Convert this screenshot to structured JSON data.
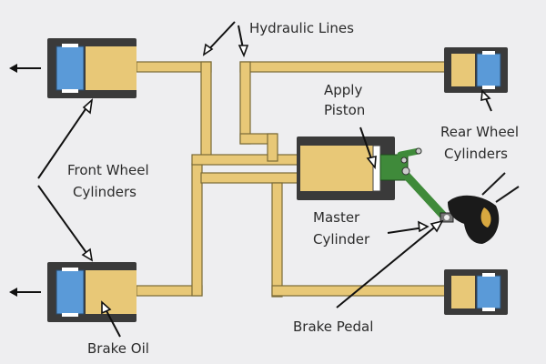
{
  "labels": {
    "hydraulic_lines": "Hydraulic Lines",
    "apply": "Apply",
    "piston": "Piston",
    "rear_wheel": "Rear Wheel",
    "rear_cylinders": "Cylinders",
    "front_wheel": "Front Wheel",
    "front_cylinders": "Cylinders",
    "master": "Master",
    "master_cylinder": "Cylinder",
    "brake_pedal": "Brake Pedal",
    "brake_oil": "Brake Oil"
  },
  "colors": {
    "background": "#eeeef0",
    "brake_oil": "#e8c877",
    "cylinder_body": "#3a3a3a",
    "piston": "#5a9ad8",
    "pedal_link": "#3f8a3a",
    "foot": "#1a1a1a"
  }
}
